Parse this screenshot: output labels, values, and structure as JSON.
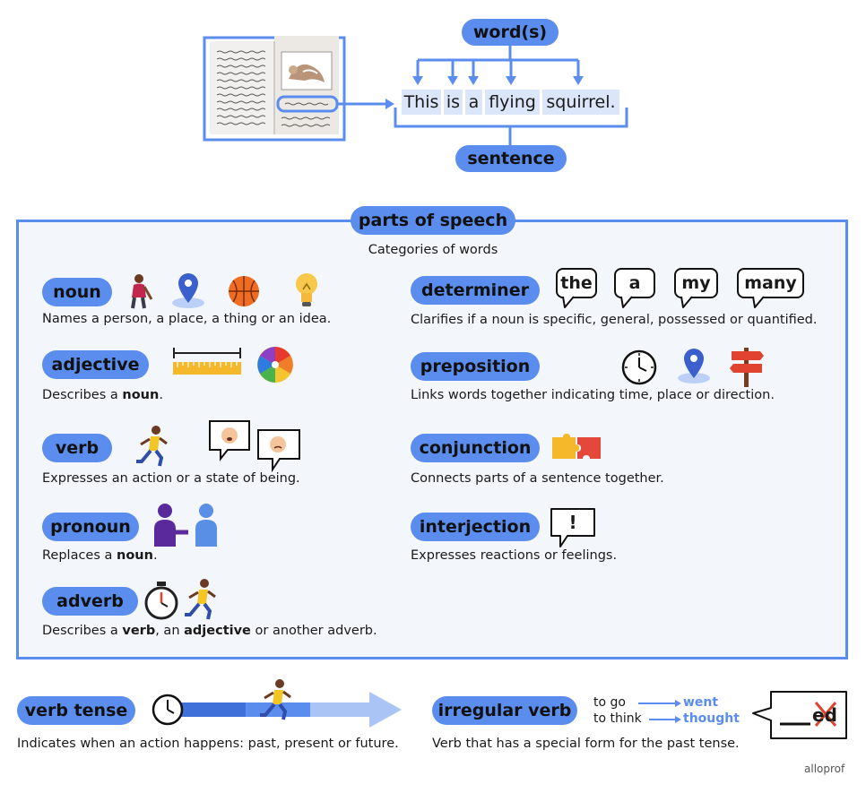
{
  "top": {
    "words_label": "word(s)",
    "sentence_label": "sentence",
    "words": [
      "This",
      "is",
      "a",
      "flying",
      "squirrel."
    ]
  },
  "panel": {
    "title": "parts of speech",
    "subtitle": "Categories of words",
    "noun": {
      "label": "noun",
      "desc": "Names a person, a place, a thing or an idea."
    },
    "adjective": {
      "label": "adjective",
      "desc_pre": "Describes a ",
      "desc_bold": "noun",
      "desc_post": "."
    },
    "verb": {
      "label": "verb",
      "desc": "Expresses an action or a state of being."
    },
    "pronoun": {
      "label": "pronoun",
      "desc_pre": "Replaces a ",
      "desc_bold": "noun",
      "desc_post": "."
    },
    "adverb": {
      "label": "adverb",
      "desc_pre": "Describes a ",
      "desc_bold1": "verb",
      "desc_mid": ", an ",
      "desc_bold2": "adjective",
      "desc_post": " or another adverb."
    },
    "determiner": {
      "label": "determiner",
      "examples": [
        "the",
        "a",
        "my",
        "many"
      ],
      "desc": "Clarifies if a noun is specific, general, possessed or quantified."
    },
    "preposition": {
      "label": "preposition",
      "desc": "Links words together indicating time, place or direction."
    },
    "conjunction": {
      "label": "conjunction",
      "desc": "Connects parts of a sentence together."
    },
    "interjection": {
      "label": "interjection",
      "bubble": "!",
      "desc": "Expresses reactions or feelings."
    }
  },
  "bottom": {
    "verb_tense": {
      "label": "verb tense",
      "desc": "Indicates when an action happens: past, present or future."
    },
    "irregular_verb": {
      "label": "irregular verb",
      "pairs": [
        {
          "base": "to go",
          "past": "went"
        },
        {
          "base": "to think",
          "past": "thought"
        }
      ],
      "crossed_suffix": "ed",
      "desc": "Verb that has a special form for the past tense."
    }
  },
  "brand": "alloprof",
  "colors": {
    "accent": "#5b8def",
    "panel_bg": "#f3f6fb",
    "word_bg": "#dbe6fb",
    "link_text": "#5b8def",
    "cross": "#e0432f"
  }
}
